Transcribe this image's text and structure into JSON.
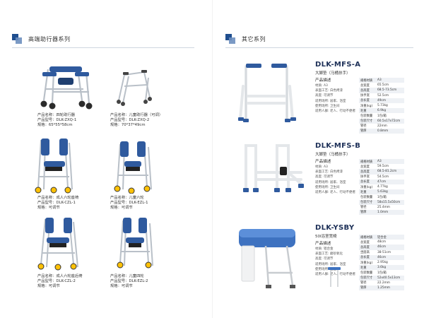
{
  "left": {
    "section_title": "高端助行器系列",
    "products": [
      {
        "name": "产品名称：四轮助行器",
        "model": "产品型号：DLK-ZXQ-1",
        "size": "规格：65*55*58cm"
      },
      {
        "name": "产品名称：儿童助行器（可调）",
        "model": "产品型号：DLK-ZXQ-2",
        "size": "规格：70*37*49cm"
      },
      {
        "name": "产品名称：成人六轮座椅",
        "model": "产品型号：DLK-CZL-1",
        "size": "规格：可调节"
      },
      {
        "name": "产品名称：儿童六轮",
        "model": "产品型号：DLK-EZL-1",
        "size": "规格：可调节"
      },
      {
        "name": "产品名称：成人六轮座后倚",
        "model": "产品型号：DLK-CZL-2",
        "size": "规格：可调节"
      },
      {
        "name": "产品名称：儿童四轮",
        "model": "产品型号：DLK-EZL-2",
        "size": "规格：可调节"
      }
    ]
  },
  "right": {
    "section_title": "其它系列",
    "items": [
      {
        "model": "DLK-MFS-A",
        "subtitle": "大脚垫（马桶扶手）",
        "desc_heading": "产品描述",
        "desc_lines": [
          "材质: A3",
          "表面工艺: 白色烤漆",
          "高度: 可调节",
          "适用场所: 居家、浴室",
          "使用场所: 卫生间",
          "适用人群: 老人、行动不便者"
        ],
        "specs": [
          [
            "规格材质",
            "A3"
          ],
          [
            "总宽度",
            "65.5cm"
          ],
          [
            "总高度",
            "68.5-73.5cm"
          ],
          [
            "扶手宽",
            "52.5cm"
          ],
          [
            "总长度",
            "49cm"
          ],
          [
            "净重(kg)",
            "5.73kg"
          ],
          [
            "毛重",
            "6.9kg"
          ],
          [
            "包装数量",
            "1包/箱"
          ],
          [
            "包装尺寸",
            "60.5x17x72cm"
          ],
          [
            "管径",
            "22mm"
          ],
          [
            "管厚",
            "0.8mm"
          ]
        ]
      },
      {
        "model": "DLK-MFS-B",
        "subtitle": "大脚垫（马桶扶手）",
        "desc_heading": "产品描述",
        "desc_lines": [
          "材质: A3",
          "表面工艺: 白色烤漆",
          "高度: 可调节",
          "适用场所: 居家、浴室",
          "使用场所: 卫生间",
          "适用人群: 老人、行动不便者"
        ],
        "specs": [
          [
            "规格材质",
            "A3"
          ],
          [
            "总宽度",
            "59.5cm"
          ],
          [
            "总高度",
            "68.5-81.2cm"
          ],
          [
            "扶手宽",
            "54.5cm"
          ],
          [
            "总长度",
            "47cm"
          ],
          [
            "净重(kg)",
            "4.77kg"
          ],
          [
            "毛重",
            "5.63kg"
          ],
          [
            "包装数量",
            "1包/箱"
          ],
          [
            "包装尺寸",
            "58x15.5x50cm"
          ],
          [
            "管径",
            "25.4mm"
          ],
          [
            "管厚",
            "1.0mm"
          ]
        ]
      },
      {
        "model": "DLK-YSBY",
        "subtitle": "50I浴室凳椅",
        "desc_heading": "产品描述",
        "desc_lines": [
          "材质: 铝合金",
          "表面工艺: 磨砂氧化",
          "高度: 可调节",
          "适用场所: 居家、浴室",
          "使用场所: 浴室",
          "适用人群: 老人、行动不便者"
        ],
        "specs": [
          [
            "规格材质",
            "铝合金"
          ],
          [
            "总宽度",
            "48cm"
          ],
          [
            "总高度",
            "46cm"
          ],
          [
            "坐面高",
            "38-51cm"
          ],
          [
            "总长度",
            "46cm"
          ],
          [
            "净重(kg)",
            "2.95kg"
          ],
          [
            "毛重",
            "3.6kg"
          ],
          [
            "包装数量",
            "1包/箱"
          ],
          [
            "包装尺寸",
            "52x40.5x13cm"
          ],
          [
            "管径",
            "22.2mm"
          ],
          [
            "管厚",
            "1.25mm"
          ]
        ]
      }
    ]
  },
  "colors": {
    "accent": "#1f4e8f",
    "accent_light": "#6d8fbf",
    "frame": "#e8ebee",
    "pad_blue": "#2f5a9e",
    "wheel": "#ffc107"
  }
}
